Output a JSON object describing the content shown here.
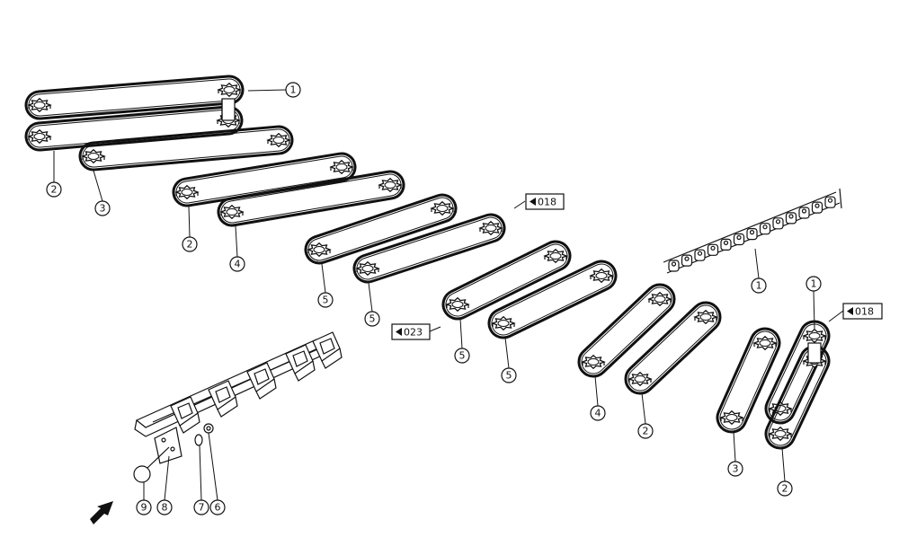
{
  "callouts": {
    "b1_top": "1",
    "b1_left": "2",
    "b2": "3",
    "b3": "2",
    "b4": "4",
    "b5": "5",
    "b6": "5",
    "b7": "5",
    "b8": "5",
    "b9": "4",
    "b10": "2",
    "chain": "1",
    "b11": "3",
    "b12_top": "1",
    "b12_bottom": "2",
    "assy_9": "9",
    "assy_8": "8",
    "assy_7": "7",
    "assy_6": "6"
  },
  "refs": {
    "ref_018_center": "018",
    "ref_023": "023",
    "ref_018_right": "018"
  }
}
